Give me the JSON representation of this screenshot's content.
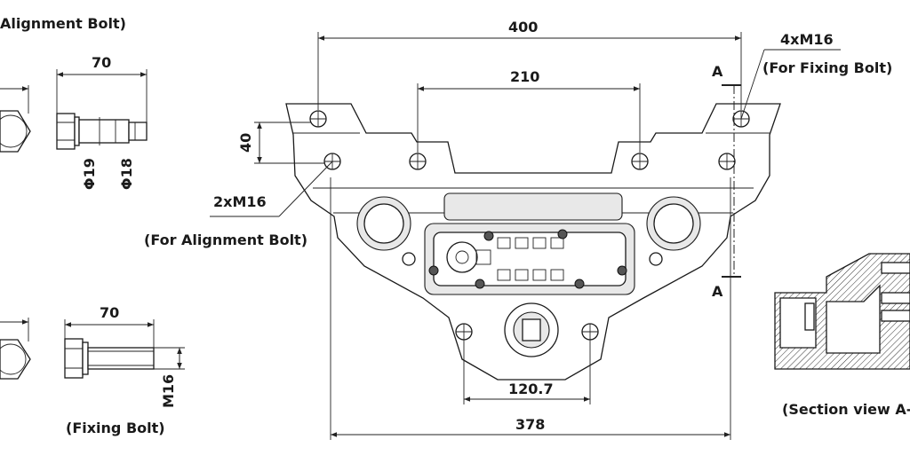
{
  "labels": {
    "alignment_bolt_top": "Alignment Bolt)",
    "fixing_bolt_caption": "(Fixing Bolt)",
    "for_alignment_bolt": "(For Alignment Bolt)",
    "for_fixing_bolt": "(For Fixing Bolt)",
    "section_view": "(Section view A-",
    "m16_2x": "2xM16",
    "m16_4x": "4xM16",
    "section_a_top": "A",
    "section_a_bottom": "A"
  },
  "dimensions": {
    "bolt_top_length": "70",
    "bolt_top_dia_head": "Φ19",
    "bolt_top_dia_shank": "Φ18",
    "bolt_bottom_length": "70",
    "bolt_bottom_thread": "M16",
    "overall_width": "400",
    "inner_width": "210",
    "height_40": "40",
    "bottom_width": "378",
    "bottom_inner": "120.7"
  }
}
